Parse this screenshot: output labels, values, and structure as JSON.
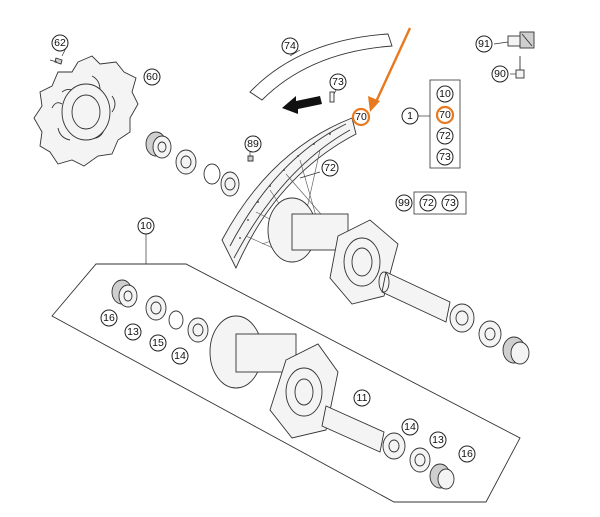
{
  "colors": {
    "highlight": "#e8791f",
    "line": "#333333",
    "background": "#ffffff"
  },
  "callouts": {
    "c62": "62",
    "c60": "60",
    "c74": "74",
    "c73_top": "73",
    "c70_rim": "70",
    "c89": "89",
    "c72_rim": "72",
    "c91": "91",
    "c90": "90",
    "c1": "1",
    "c99": "99",
    "c10_main": "10",
    "c16_left": "16",
    "c13_left": "13",
    "c15": "15",
    "c14_left": "14",
    "c11": "11",
    "c14_right": "14",
    "c13_right": "13",
    "c16_right": "16"
  },
  "kit1": [
    "10",
    "70",
    "72",
    "73"
  ],
  "kit99": [
    "72",
    "73"
  ],
  "icons": {
    "arrow": "orange-arrow-icon",
    "direction": "rotation-arrow-icon"
  }
}
